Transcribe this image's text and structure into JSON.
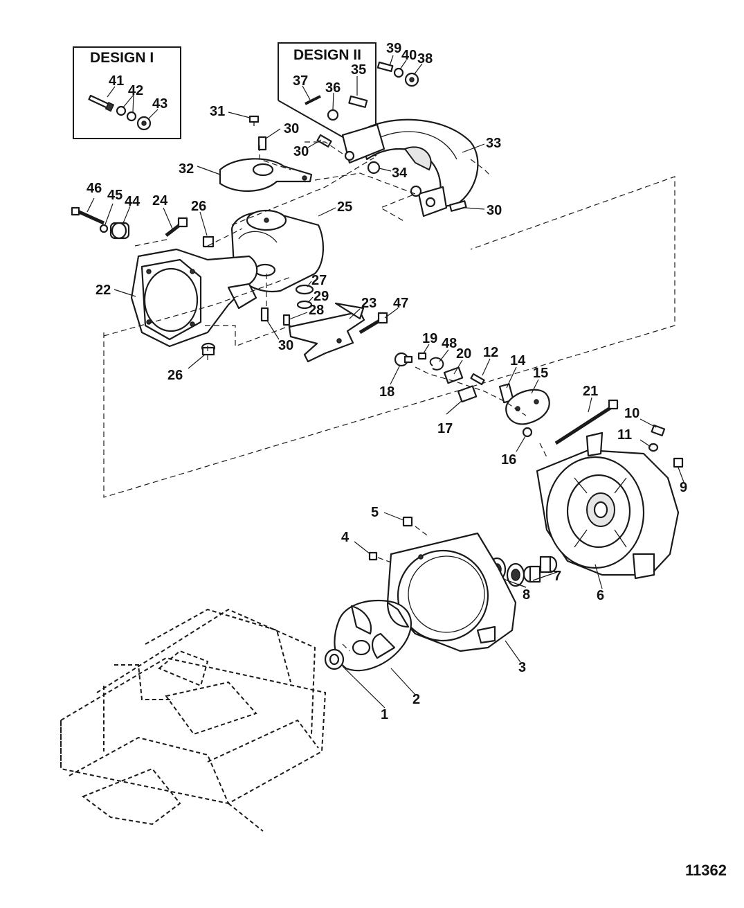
{
  "design_boxes": {
    "design_i": "DESIGN I",
    "design_ii": "DESIGN II"
  },
  "figure_number": "11362",
  "callouts": {
    "c1": "1",
    "c2": "2",
    "c3": "3",
    "c4": "4",
    "c5": "5",
    "c6": "6",
    "c7": "7",
    "c8": "8",
    "c9": "9",
    "c10": "10",
    "c11": "11",
    "c12": "12",
    "c14": "14",
    "c15": "15",
    "c16": "16",
    "c17": "17",
    "c18": "18",
    "c19": "19",
    "c20": "20",
    "c21": "21",
    "c22": "22",
    "c23": "23",
    "c24": "24",
    "c25": "25",
    "c26a": "26",
    "c26b": "26",
    "c27": "27",
    "c28": "28",
    "c29": "29",
    "c30a": "30",
    "c30b": "30",
    "c30c": "30",
    "c30d": "30",
    "c31": "31",
    "c32": "32",
    "c33": "33",
    "c34": "34",
    "c35": "35",
    "c36": "36",
    "c37": "37",
    "c38": "38",
    "c39": "39",
    "c40": "40",
    "c41": "41",
    "c42": "42",
    "c43": "43",
    "c44": "44",
    "c45": "45",
    "c46": "46",
    "c47": "47",
    "c48": "48"
  }
}
